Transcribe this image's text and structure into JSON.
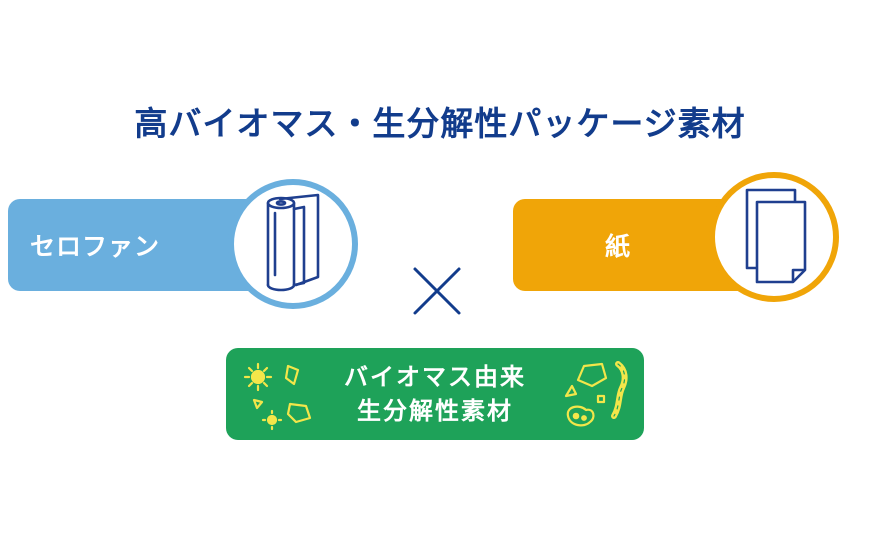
{
  "title": "高バイオマス・生分解性パッケージ素材",
  "left_item": {
    "label": "セロファン",
    "icon": "cellophane-roll-icon",
    "color": "#6aafde"
  },
  "right_item": {
    "label": "紙",
    "icon": "paper-sheets-icon",
    "color": "#f0a508"
  },
  "operator": "times-icon",
  "bottom_item": {
    "line1": "バイオマス由来",
    "line2": "生分解性素材",
    "icon": "microorganism-icon",
    "color": "#1ea259"
  }
}
